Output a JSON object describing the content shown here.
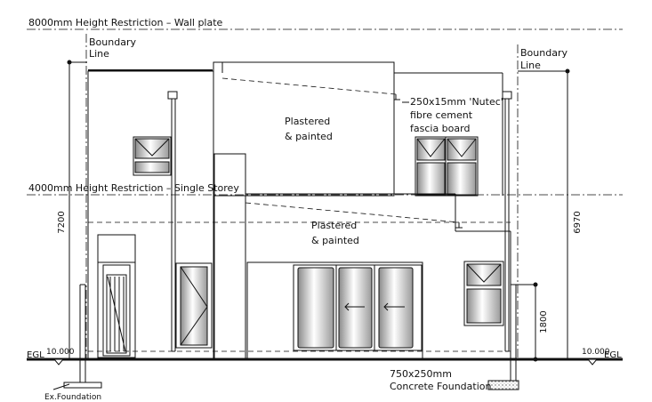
{
  "annotations": {
    "height_restriction_wall_plate": "8000mm Height Restriction – Wall plate",
    "height_restriction_single_storey": "4000mm Height Restriction – Single Storey",
    "boundary_left_line1": "Boundary",
    "boundary_left_line2": "Line",
    "boundary_right_line1": "Boundary",
    "boundary_right_line2": "Line",
    "fascia_line1": "250x15mm 'Nutec'",
    "fascia_line2": "fibre cement",
    "fascia_line3": "fascia board",
    "plaster_upper_line1": "Plastered",
    "plaster_upper_line2": "& painted",
    "plaster_lower_line1": "Plastered",
    "plaster_lower_line2": "& painted",
    "foundation_line1": "750x250mm",
    "foundation_line2": "Concrete Foundation",
    "ex_foundation": "Ex.Foundation"
  },
  "levels": {
    "egl_left": "EGL",
    "egl_right": "EGL",
    "level_left": "10.000",
    "level_right": "10.000"
  },
  "dimensions": {
    "left_height": "7200",
    "right_height": "6970",
    "wall_height": "1800"
  },
  "colors": {
    "line": "#111111",
    "glass_light": "#ffffff",
    "glass_dark": "#8a8a8a"
  }
}
